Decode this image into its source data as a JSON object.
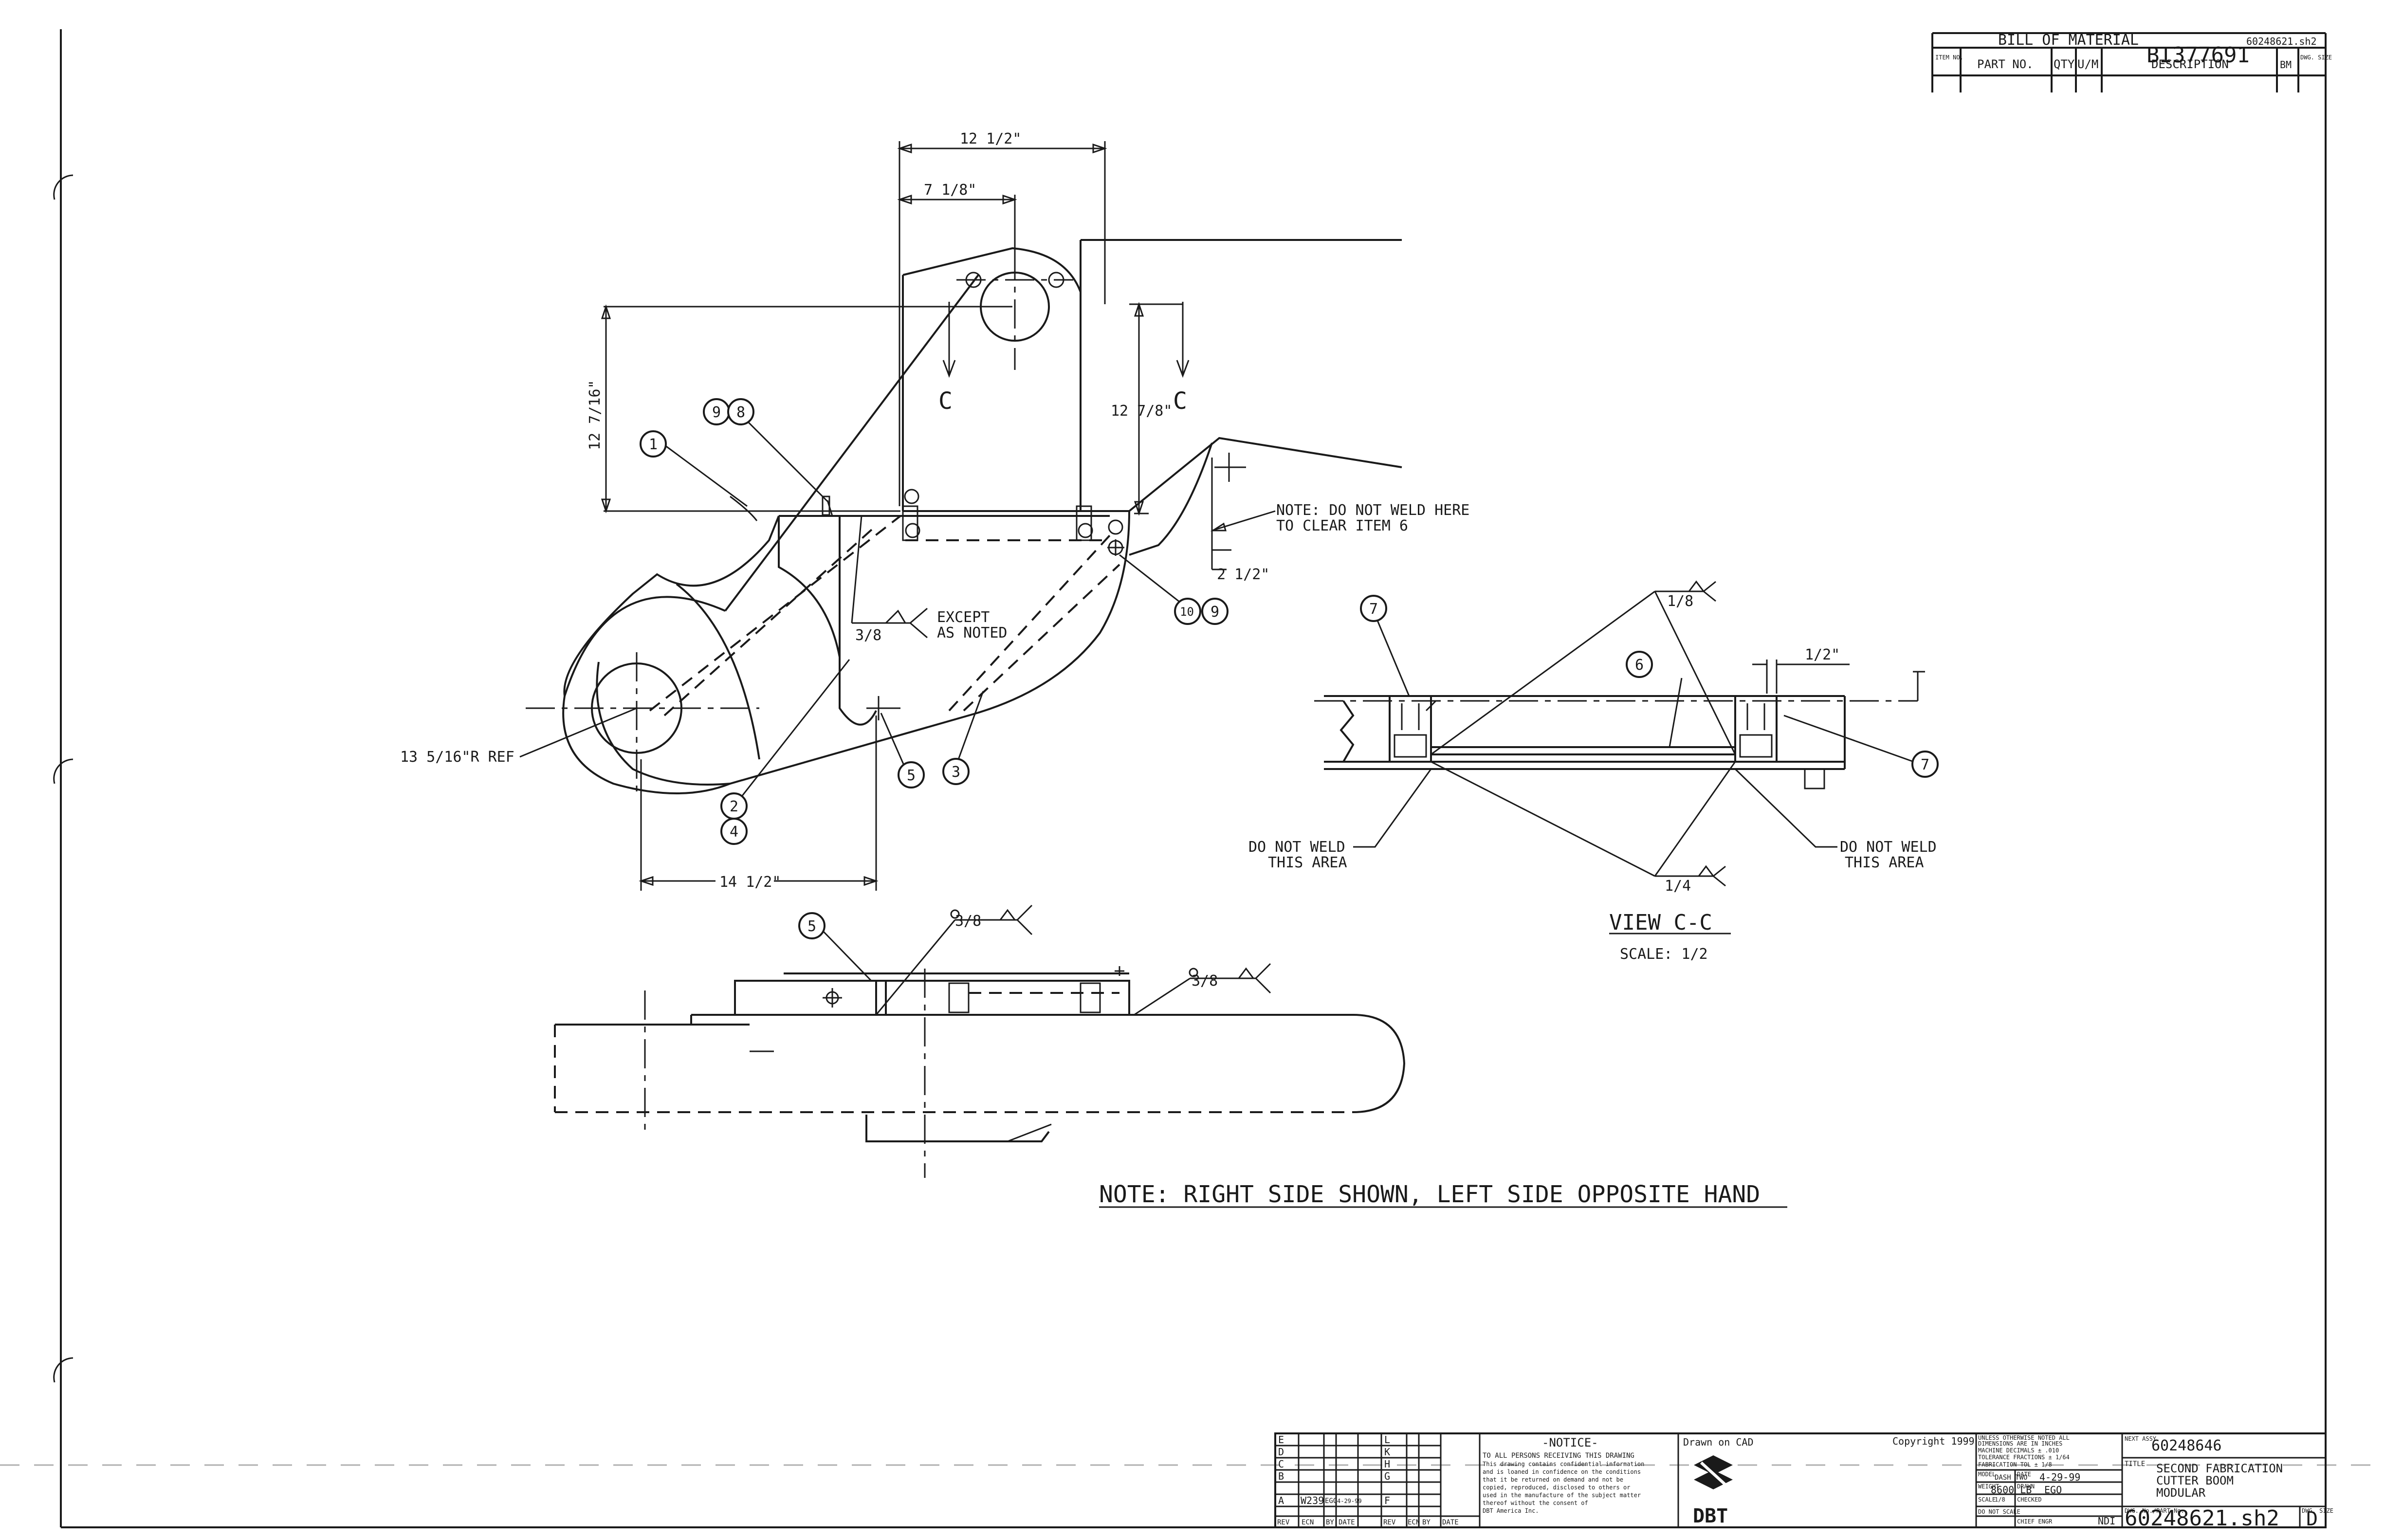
{
  "bom": {
    "heading": "BILL OF MATERIAL",
    "doc_ref": "60248621.sh2",
    "stamp": "BI377691",
    "headers": {
      "item_no": "ITEM NO.",
      "part_no": "PART NO.",
      "qty": "QTY",
      "um": "U/M",
      "description": "DESCRIPTION",
      "bm": "BM",
      "dwg_size": "DWG. SIZE"
    }
  },
  "dimensions": {
    "d1": "12 1/2\"",
    "d2": "7 1/8\"",
    "d3": "12 7/16\"",
    "d4": "12 7/8\"",
    "d5": "2 1/2\"",
    "d6": "13 5/16\"R REF",
    "d7": "14 1/2\"",
    "d8": "1/2\""
  },
  "section_marks": {
    "left": "C",
    "right": "C"
  },
  "notes": {
    "no_weld_line1": "NOTE: DO NOT WELD HERE",
    "no_weld_line2": "TO CLEAR ITEM 6",
    "except_line1": "EXCEPT",
    "except_line2": "AS NOTED",
    "dnw_left_line1": "DO NOT WELD",
    "dnw_left_line2": "THIS AREA",
    "dnw_right_line1": "DO NOT WELD",
    "dnw_right_line2": "THIS AREA",
    "main_note": "NOTE: RIGHT SIDE SHOWN, LEFT SIDE OPPOSITE HAND"
  },
  "welds": {
    "w_38_a": "3/8",
    "w_18": "1/8",
    "w_14": "1/4",
    "w_38_b": "3/8",
    "w_38_c": "3/8"
  },
  "balloons": {
    "b1": "1",
    "b9a": "9",
    "b8": "8",
    "b10": "10",
    "b9b": "9",
    "b2": "2",
    "b4": "4",
    "b5a": "5",
    "b3": "3",
    "b5b": "5",
    "b7a": "7",
    "b6": "6",
    "b7b": "7"
  },
  "view": {
    "title": "VIEW C-C",
    "scale": "SCALE: 1/2"
  },
  "title_block": {
    "rev_letters_left": [
      "E",
      "D",
      "C",
      "B",
      "A"
    ],
    "rev_letters_right": [
      "L",
      "K",
      "H",
      "G",
      "F"
    ],
    "rev_a": {
      "ecn": "W239",
      "by": "EGO",
      "date": "4-29-99"
    },
    "rev_headers": [
      "REV",
      "ECN",
      "BY",
      "DATE",
      "REV",
      "ECN",
      "BY",
      "DATE"
    ],
    "notice_title": "-NOTICE-",
    "notice_lines": [
      "TO ALL PERSONS RECEIVING THIS DRAWING",
      "This drawing contains confidential information",
      "and is loaned in confidence on the conditions",
      "that it be returned on demand and not be",
      "copied, reproduced, disclosed to others or",
      "used in the manufacture of the subject matter",
      "thereof without the consent of",
      "DBT America Inc."
    ],
    "drawn_on": "Drawn on CAD",
    "copyright": "Copyright 1999",
    "company": "DBT",
    "tolerance_lines": [
      "UNLESS OTHERWISE NOTED ALL",
      "DIMENSIONS ARE IN INCHES",
      "MACHINE  DECIMALS ± .010",
      "TOLERANCE  FRACTIONS ± 1/64",
      "FABRICATION TOL ± 1/8"
    ],
    "model_label": "MODEL",
    "model_value": "DASH TWO",
    "date_label": "DATE",
    "date_value": "4-29-99",
    "weight_label": "WEIGHT",
    "weight_value": "8600 LB",
    "drawn_label": "DRAWN",
    "drawn_value": "EGO",
    "scale_label": "SCALE",
    "scale_value": "1/8",
    "checked_label": "CHECKED",
    "do_not_scale": "DO NOT SCALE",
    "chief_engr_label": "CHIEF ENGR",
    "chief_engr_value": "NDI",
    "next_assy_label": "NEXT ASSY.",
    "next_assy": "60248646",
    "title_label": "TITLE",
    "title_lines": [
      "SECOND FABRICATION",
      "CUTTER BOOM",
      "MODULAR"
    ],
    "dwg_no_label": "DWG. No./PART No.",
    "dwg_no": "60248621.sh2",
    "size_label": "DWG. SIZE",
    "size": "D"
  }
}
